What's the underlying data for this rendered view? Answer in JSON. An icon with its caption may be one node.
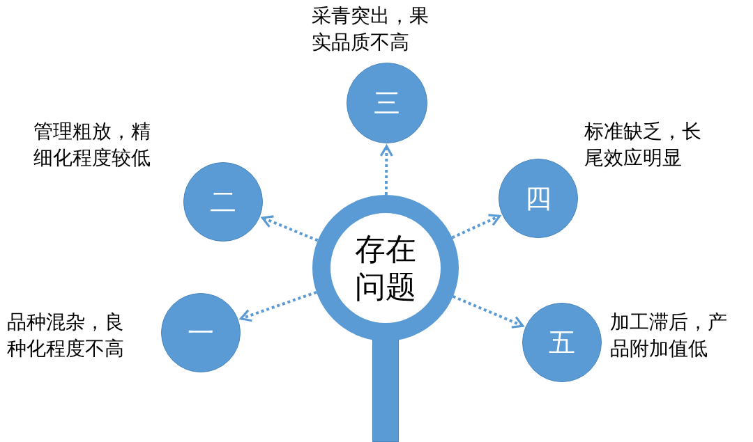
{
  "diagram": {
    "nodes": [
      {
        "text": [
          "存在问题"
        ]
      },
      {
        "text": [
          "一"
        ],
        "beside": [
          "品种混杂，良种化程度不高"
        ]
      },
      {
        "text": [
          "二"
        ],
        "beside": [
          "管理粗放，精细化程度较低"
        ]
      },
      {
        "text": [
          "三"
        ],
        "beside": [
          "采青突出，果实品质不高"
        ]
      },
      {
        "text": [
          "四"
        ],
        "beside": [
          "标准缺乏，长尾效应明显"
        ]
      },
      {
        "text": [
          "五"
        ],
        "beside": [
          "加工滞后，产品附加值低"
        ]
      },
      {
        "text": [],
        "shape": "bar"
      }
    ],
    "edges": [
      {
        "from": 0,
        "to": 1,
        "arrow": "to",
        "style": "dashed"
      },
      {
        "from": 0,
        "to": 2,
        "arrow": "to",
        "style": "dashed"
      },
      {
        "from": 0,
        "to": 3,
        "arrow": "to",
        "style": "dashed"
      },
      {
        "from": 0,
        "to": 4,
        "arrow": "to",
        "style": "dashed"
      },
      {
        "from": 0,
        "to": 5,
        "arrow": "to",
        "style": "dashed"
      }
    ]
  }
}
